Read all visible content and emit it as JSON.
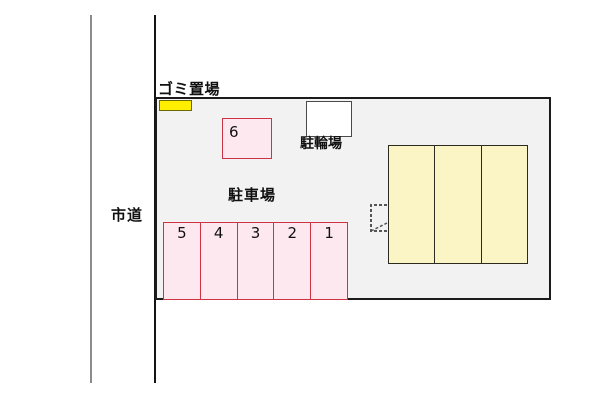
{
  "plan": {
    "road": {
      "label": "市道",
      "icon": "road-line"
    },
    "site": {
      "name": "site-boundary"
    },
    "gomi": {
      "label": "ゴミ置場",
      "marker_color": "#ffee00"
    },
    "bicycle": {
      "label": "駐輪場"
    },
    "parking": {
      "label": "駐車場",
      "stall6": "6",
      "stalls": [
        "5",
        "4",
        "3",
        "2",
        "1"
      ],
      "fill_color": "#fde8ef",
      "stroke_color": "#cc3344"
    },
    "building": {
      "units": [
        "",
        "",
        ""
      ],
      "fill_color": "#fbf4c4",
      "stroke_color": "#2b2b20"
    },
    "entrance": {
      "icon": "entrance-stairs-icon"
    }
  }
}
